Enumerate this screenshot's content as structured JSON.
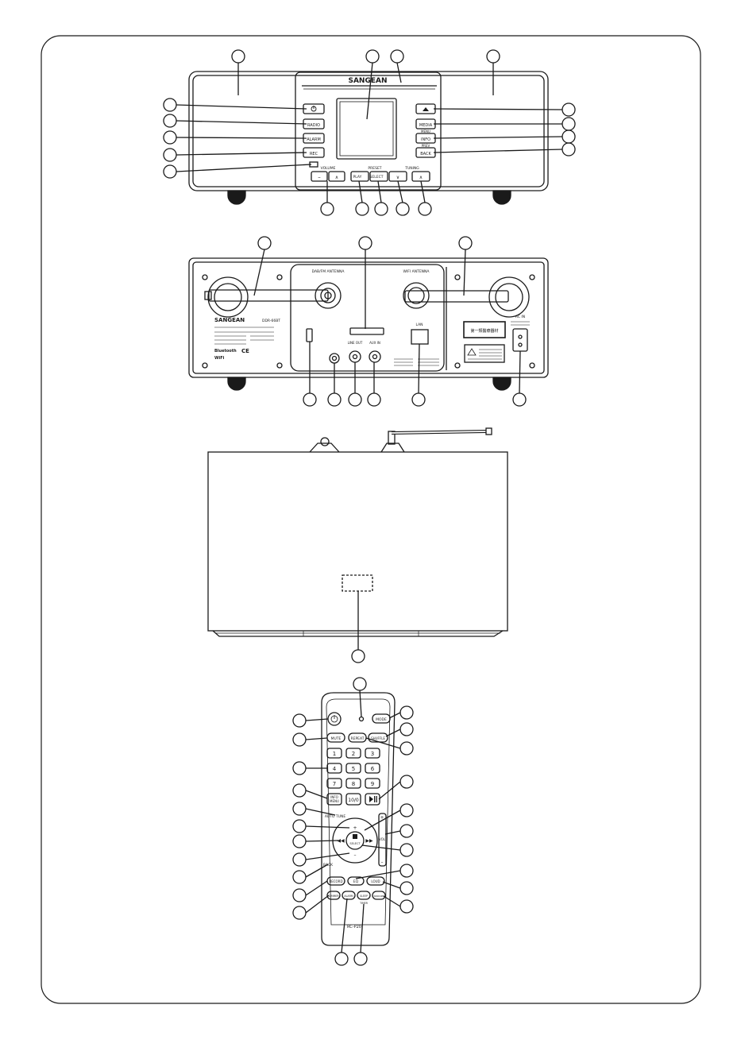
{
  "front": {
    "brand": "SANGEAN",
    "buttons_left": [
      "RADIO",
      "ALARM",
      "REC"
    ],
    "buttons_right": [
      "MEDIA",
      "INFO",
      "BACK"
    ],
    "label_menu": "MENU",
    "label_prev": "PREV",
    "label_volume": "VOLUME",
    "label_preset": "PRESET",
    "label_tuning": "TUNING",
    "label_play": "PLAY",
    "label_select": "SELECT"
  },
  "rear": {
    "label_dab_antenna": "DAB/FM ANTENNA",
    "label_wifi_antenna": "WIFI ANTENNA",
    "label_lan": "LAN",
    "label_line_out": "LINE OUT",
    "label_aux_in": "AUX IN",
    "label_ac": "AC IN",
    "label_brand": "SANGEAN",
    "label_model": "DDR-66BT",
    "label_bluetooth": "Bluetooth",
    "label_wifi": "WiFi",
    "label_ce": "CE",
    "label_sticker_cn": "第一類醫療器材"
  },
  "remote": {
    "mode": "MODE",
    "mute": "MUTE",
    "repeat": "REPEAT",
    "shuffle": "SHUFFLE",
    "keys": [
      "1",
      "2",
      "3",
      "4",
      "5",
      "6",
      "7",
      "8",
      "9"
    ],
    "key_info": "INFO",
    "key_menu": "MENU",
    "key_10": "10/0",
    "auto_tune": "AUTO TUNE",
    "back": "BACK",
    "select": "SELECT",
    "vol": "VOL",
    "record": "RECORD",
    "eq": "EQ",
    "loud": "LOUD",
    "dimmer": "DIMMER",
    "alarm": "ALARM",
    "sleep": "SLEEP",
    "snooze": "SNOOZE",
    "timer": "TIMER",
    "model": "RC-P20"
  }
}
